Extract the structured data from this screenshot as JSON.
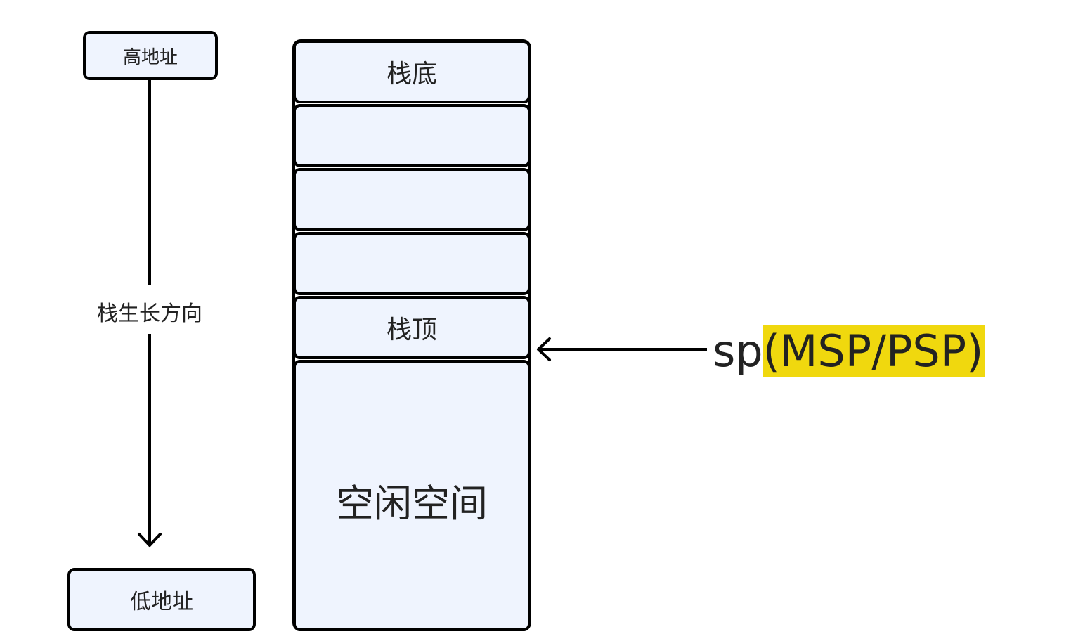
{
  "left_axis": {
    "high_address_label": "高地址",
    "growth_direction_label": "栈生长方向",
    "low_address_label": "低地址"
  },
  "stack": {
    "cells": [
      {
        "label": "栈底"
      },
      {
        "label": ""
      },
      {
        "label": ""
      },
      {
        "label": ""
      },
      {
        "label": "栈顶"
      }
    ],
    "free_space_label": "空闲空间"
  },
  "pointer": {
    "register_prefix": "sp",
    "register_suffix": "(MSP/PSP)"
  },
  "colors": {
    "box_fill": "#eff4fe",
    "stroke": "#000000",
    "highlight": "#f0d80e",
    "text": "#222222"
  }
}
